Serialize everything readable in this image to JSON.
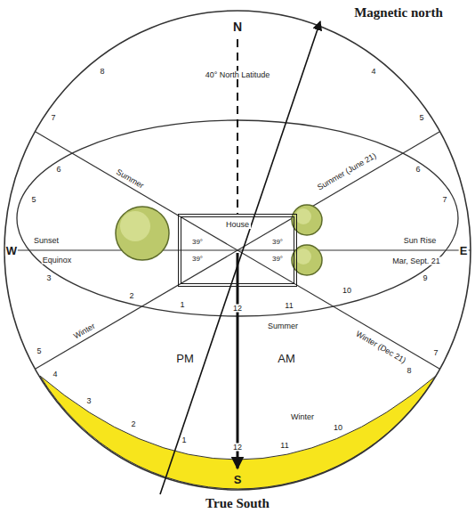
{
  "diagram": {
    "nodes": [
      {
        "text": [
          "House"
        ]
      }
    ],
    "labels": [
      "Magnetic north",
      "N",
      "40° North Latitude",
      "W",
      "E",
      "Summer",
      "Summer (June 21)",
      "Sunset",
      "Equinox",
      "Sun Rise",
      "Mar, Sept. 21",
      "Summer",
      "Winter",
      "Winter (Dec 21)",
      "PM",
      "AM",
      "Winter",
      "S",
      "True South",
      "39°",
      "39°",
      "39°",
      "39°",
      "8",
      "7",
      "6",
      "5",
      "4",
      "5",
      "6",
      "7",
      "3",
      "2",
      "1",
      "12",
      "11",
      "10",
      "9",
      "5",
      "4",
      "3",
      "2",
      "1",
      "12",
      "11",
      "10",
      "8",
      "7"
    ]
  }
}
